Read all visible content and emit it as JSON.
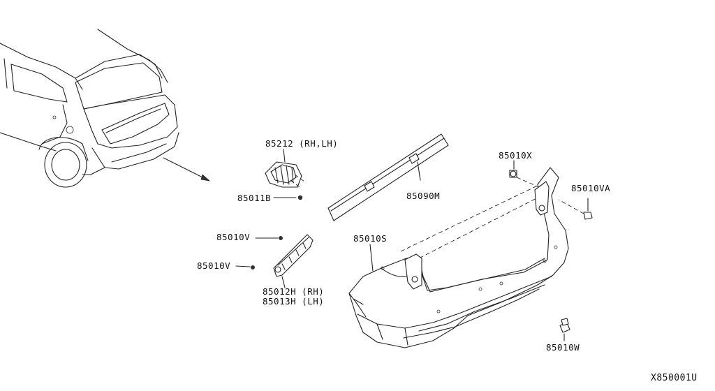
{
  "diagram": {
    "labels": {
      "p85212": "85212 (RH,LH)",
      "p85011B": "85011B",
      "p85090M": "85090M",
      "p85010X": "85010X",
      "p85010VA": "85010VA",
      "p85010V_a": "85010V",
      "p85010V_b": "85010V",
      "p85010S": "85010S",
      "p85012H": "85012H (RH)",
      "p85013H": "85013H (LH)",
      "p85010W": "85010W",
      "diagram_id": "X850001U"
    }
  }
}
